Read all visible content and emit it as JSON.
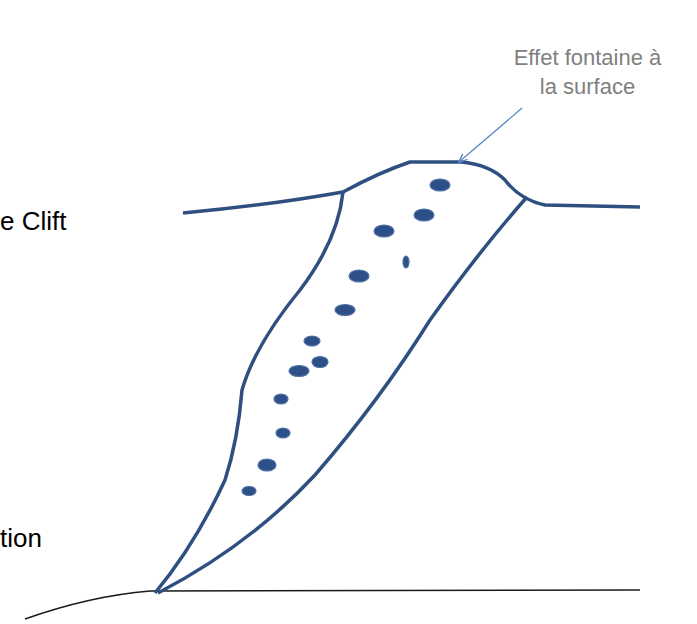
{
  "diagram": {
    "labels": [
      "Effet fontaine à la surface",
      "e Clift",
      "tion"
    ]
  }
}
